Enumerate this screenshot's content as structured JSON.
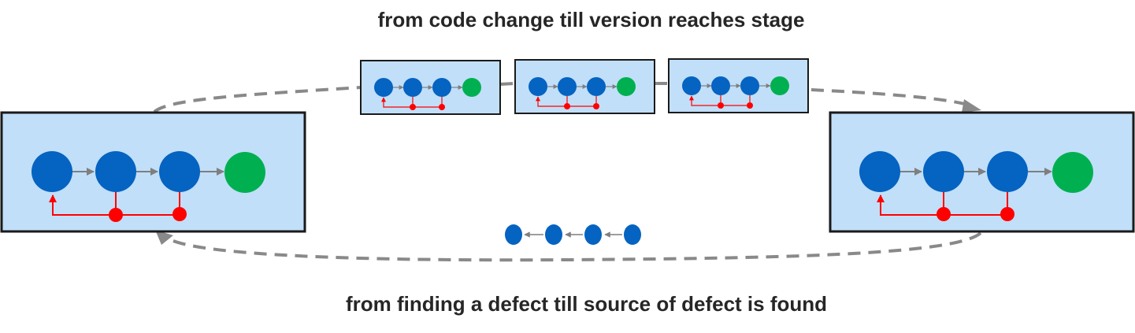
{
  "captions": {
    "top": "from code change till version reaches stage",
    "bottom": "from finding a defect till source of defect is found"
  },
  "colors": {
    "panel_fill": "#c1dff9",
    "panel_border": "#1a1a1a",
    "blue_node": "#0563c1",
    "green_node": "#00b050",
    "feedback_red": "#ff0000",
    "arrow_gray": "#7f7f7f",
    "loop_dashed": "#898989"
  },
  "icons": {
    "pipeline_node": "circle",
    "stage_node": "green-circle",
    "feedback_point": "red-dot"
  }
}
